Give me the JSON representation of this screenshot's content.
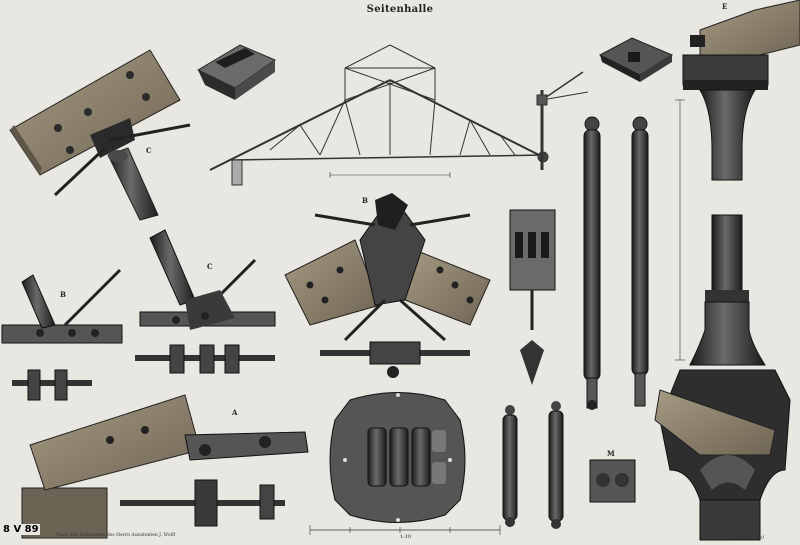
{
  "title": "Seitenhalle",
  "plate_number": "8 V 89",
  "footer_note": "Nach den Aufnahmen des Herrn Assistenten J. Wolff",
  "signature": "P. Schnabel",
  "figure_letters": {
    "c_top": "C",
    "b_left": "B",
    "c_mid": "C",
    "a_center": "B",
    "a_bottom": "A",
    "e_top": "E",
    "m_small": "M"
  },
  "scale_label": "1:10",
  "colors": {
    "paper": "#e9e7e1",
    "wood": "#8a7e6c",
    "wood_light": "#b3a88f",
    "iron": "#3a3a3a",
    "iron_dark": "#1e1e1e",
    "line": "#333333"
  }
}
